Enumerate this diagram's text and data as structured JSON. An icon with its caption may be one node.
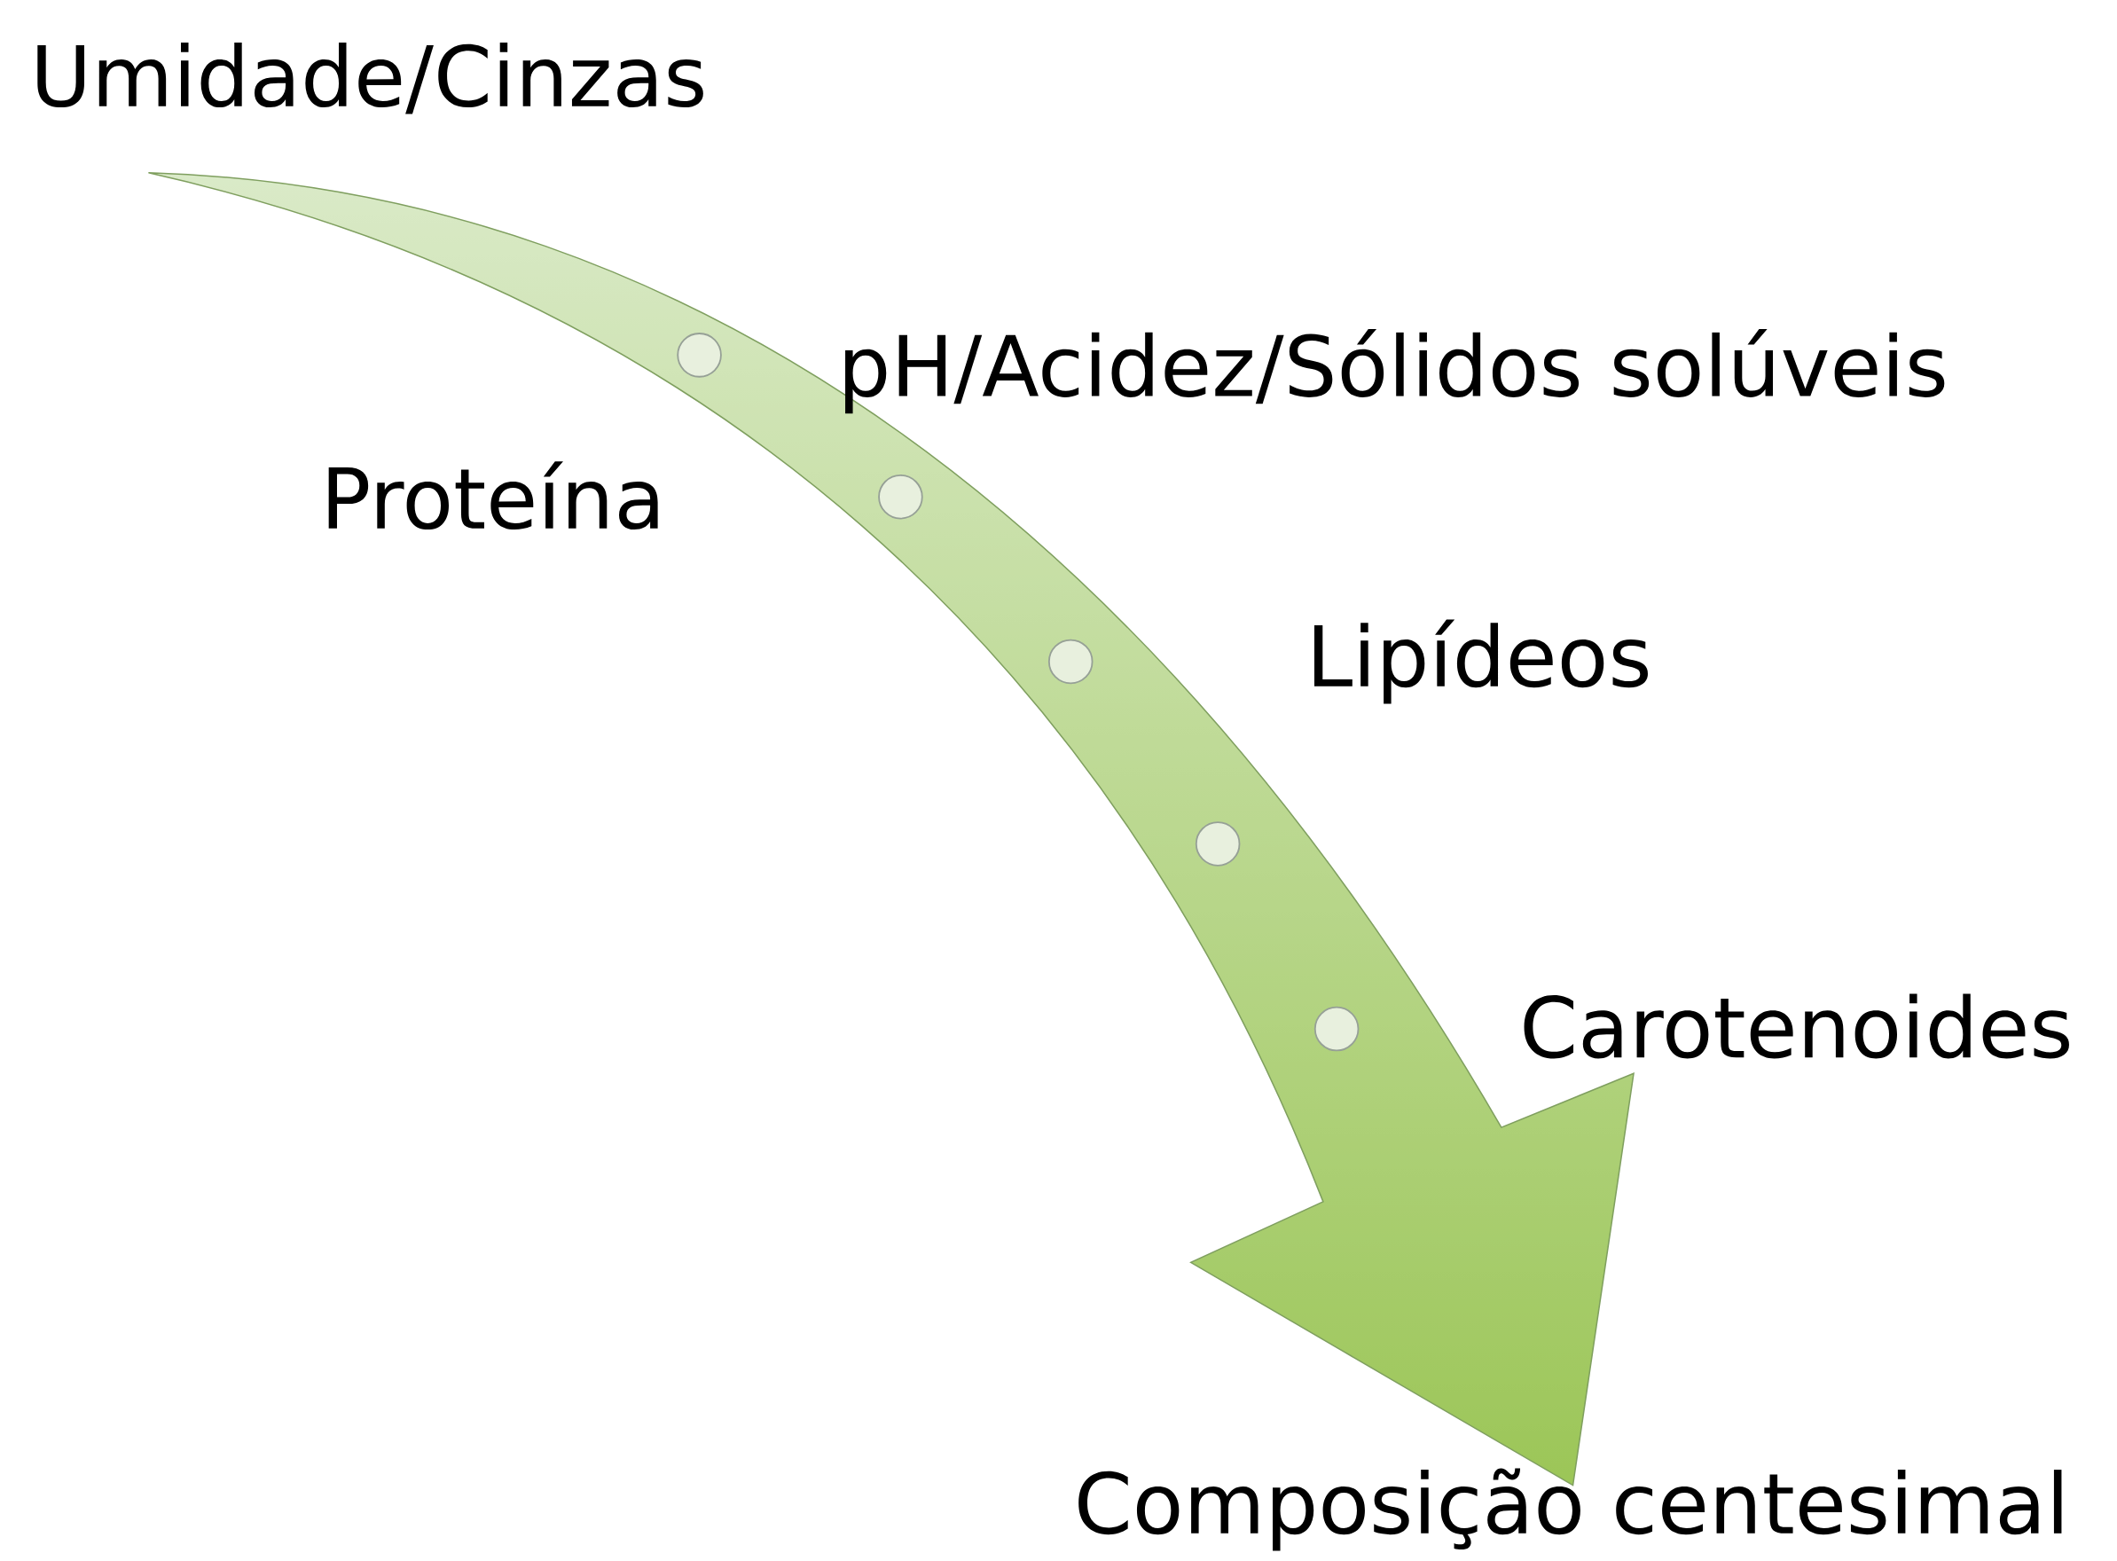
{
  "diagram": {
    "nodes": [
      {
        "text": [],
        "shape": "circle"
      },
      {
        "text": [],
        "shape": "circle"
      },
      {
        "text": [],
        "shape": "circle"
      },
      {
        "text": [],
        "shape": "circle"
      },
      {
        "text": [],
        "shape": "circle"
      }
    ],
    "labels": [
      "Umidade/Cinzas",
      "pH/Acidez/Sólidos solúveis",
      "Proteína",
      "Lipídeos",
      "Carotenoides",
      "Composição centesimal"
    ]
  }
}
